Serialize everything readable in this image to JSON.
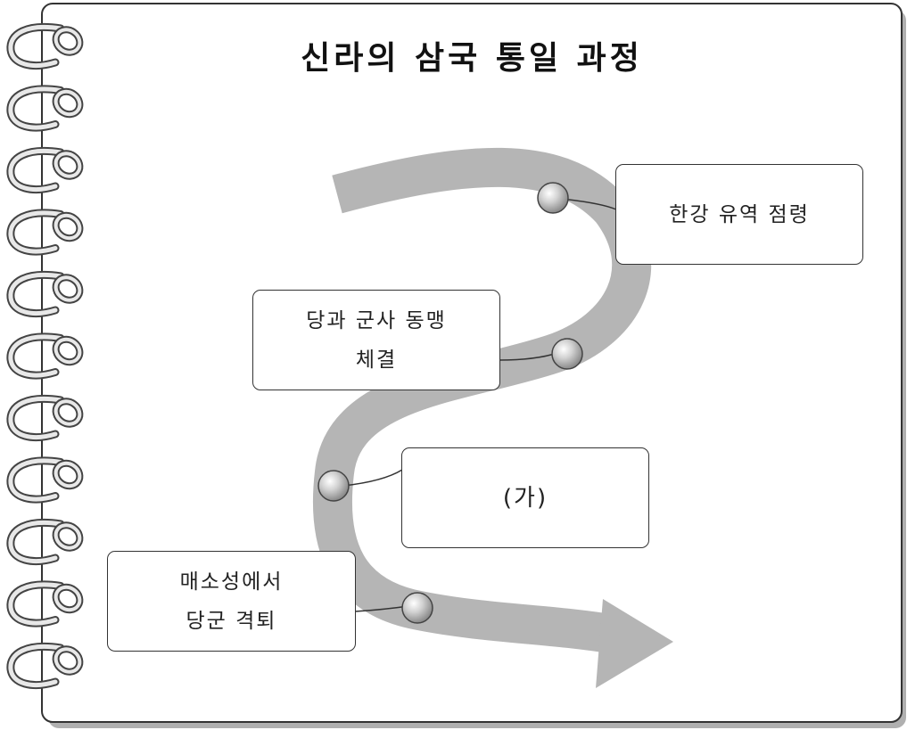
{
  "title": "신라의 삼국 통일 과정",
  "events": [
    {
      "id": "event-1",
      "label": "한강 유역 점령"
    },
    {
      "id": "event-2",
      "label": "당과 군사 동맹\n체결"
    },
    {
      "id": "event-3",
      "label": "(가)"
    },
    {
      "id": "event-4",
      "label": "매소성에서\n당군 격퇴"
    }
  ],
  "colors": {
    "arrow": "#b5b5b5",
    "frame_border": "#333333",
    "frame_shadow": "#aaaaaa",
    "marker": "#c0c0c0",
    "ring": "#444444"
  },
  "ring_count": 11
}
